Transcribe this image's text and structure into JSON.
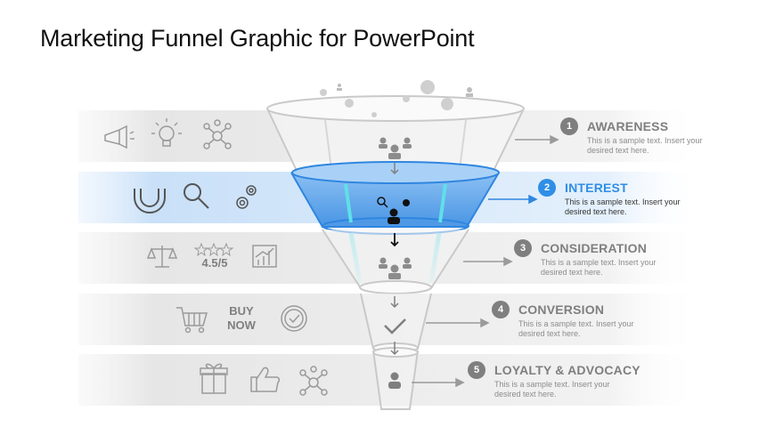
{
  "title": "Marketing Funnel Graphic for PowerPoint",
  "colors": {
    "accent": "#2f8ee6",
    "gray": "#7f7f7f"
  },
  "stages": [
    {
      "number": "1",
      "name": "AWARENESS",
      "desc": "This is a sample text. Insert your desired text here.",
      "icons": [
        "megaphone-icon",
        "lightbulb-icon",
        "network-icon"
      ]
    },
    {
      "number": "2",
      "name": "INTEREST",
      "desc": "This is a sample text. Insert your desired text here.",
      "icons": [
        "magnet-icon",
        "magnifier-icon",
        "gears-icon"
      ]
    },
    {
      "number": "3",
      "name": "CONSIDERATION",
      "desc": "This is a sample text. Insert your desired text here.",
      "icons": [
        "scale-icon",
        "rating-icon",
        "bar-chart-icon"
      ],
      "rating_text": "4.5/5"
    },
    {
      "number": "4",
      "name": "CONVERSION",
      "desc": "This is a sample text. Insert your desired text here.",
      "icons": [
        "cart-icon",
        "buy-now-icon",
        "badge-check-icon"
      ],
      "buy_line1": "BUY",
      "buy_line2": "NOW"
    },
    {
      "number": "5",
      "name": "LOYALTY & ADVOCACY",
      "desc": "This is a sample text. Insert your desired text here.",
      "icons": [
        "gift-icon",
        "thumbs-up-icon",
        "network-icon"
      ]
    }
  ]
}
